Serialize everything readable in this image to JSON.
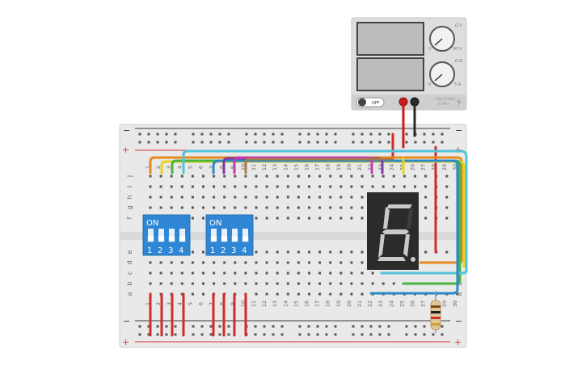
{
  "power_supply": {
    "switch_label": "OFF",
    "brand_text": [
      "ADJUSTABLE",
      "SUPPLY"
    ],
    "voltage_knob": {
      "unit_label": "Ω V",
      "min_label": "0",
      "max_label": "30 V"
    },
    "current_knob": {
      "unit_label": "Ω Ω",
      "min_label": "0",
      "max_label": "5 A"
    }
  },
  "breadboard": {
    "rail_top_minus": "−",
    "rail_top_plus": "+",
    "rail_bottom_minus": "−",
    "rail_bottom_plus": "+",
    "row_letters_top": [
      "j",
      "i",
      "h",
      "g",
      "f"
    ],
    "row_letters_bottom": [
      "e",
      "d",
      "c",
      "b",
      "a"
    ],
    "column_numbers": [
      "1",
      "2",
      "3",
      "4",
      "5",
      "6",
      "7",
      "8",
      "9",
      "10",
      "11",
      "12",
      "13",
      "14",
      "15",
      "16",
      "17",
      "18",
      "19",
      "20",
      "21",
      "22",
      "23",
      "24",
      "25",
      "26",
      "27",
      "28",
      "29",
      "30"
    ]
  },
  "dip_switch_1": {
    "on_label": "ON",
    "numbers": [
      "1",
      "2",
      "3",
      "4"
    ]
  },
  "dip_switch_2": {
    "on_label": "ON",
    "numbers": [
      "1",
      "2",
      "3",
      "4"
    ]
  },
  "colors": {
    "board": "#e9e9e9",
    "rail_red": "#d93434",
    "rail_blue": "#3c3c3c",
    "dip_blue": "#2f86d4",
    "psu_body": "#dcdcdc",
    "display_body": "#2b2b2b",
    "segment_lit": "#c9c9c9",
    "wire_red": "#d12a2a",
    "wire_orange": "#e8891e",
    "wire_yellow": "#e8d21e",
    "wire_green": "#4bb43e",
    "wire_cyan": "#55c3d8",
    "wire_purple": "#7b3aa8",
    "wire_magenta": "#c83ab0",
    "wire_brown": "#a87a4a",
    "wire_blue": "#2a8ac8"
  }
}
